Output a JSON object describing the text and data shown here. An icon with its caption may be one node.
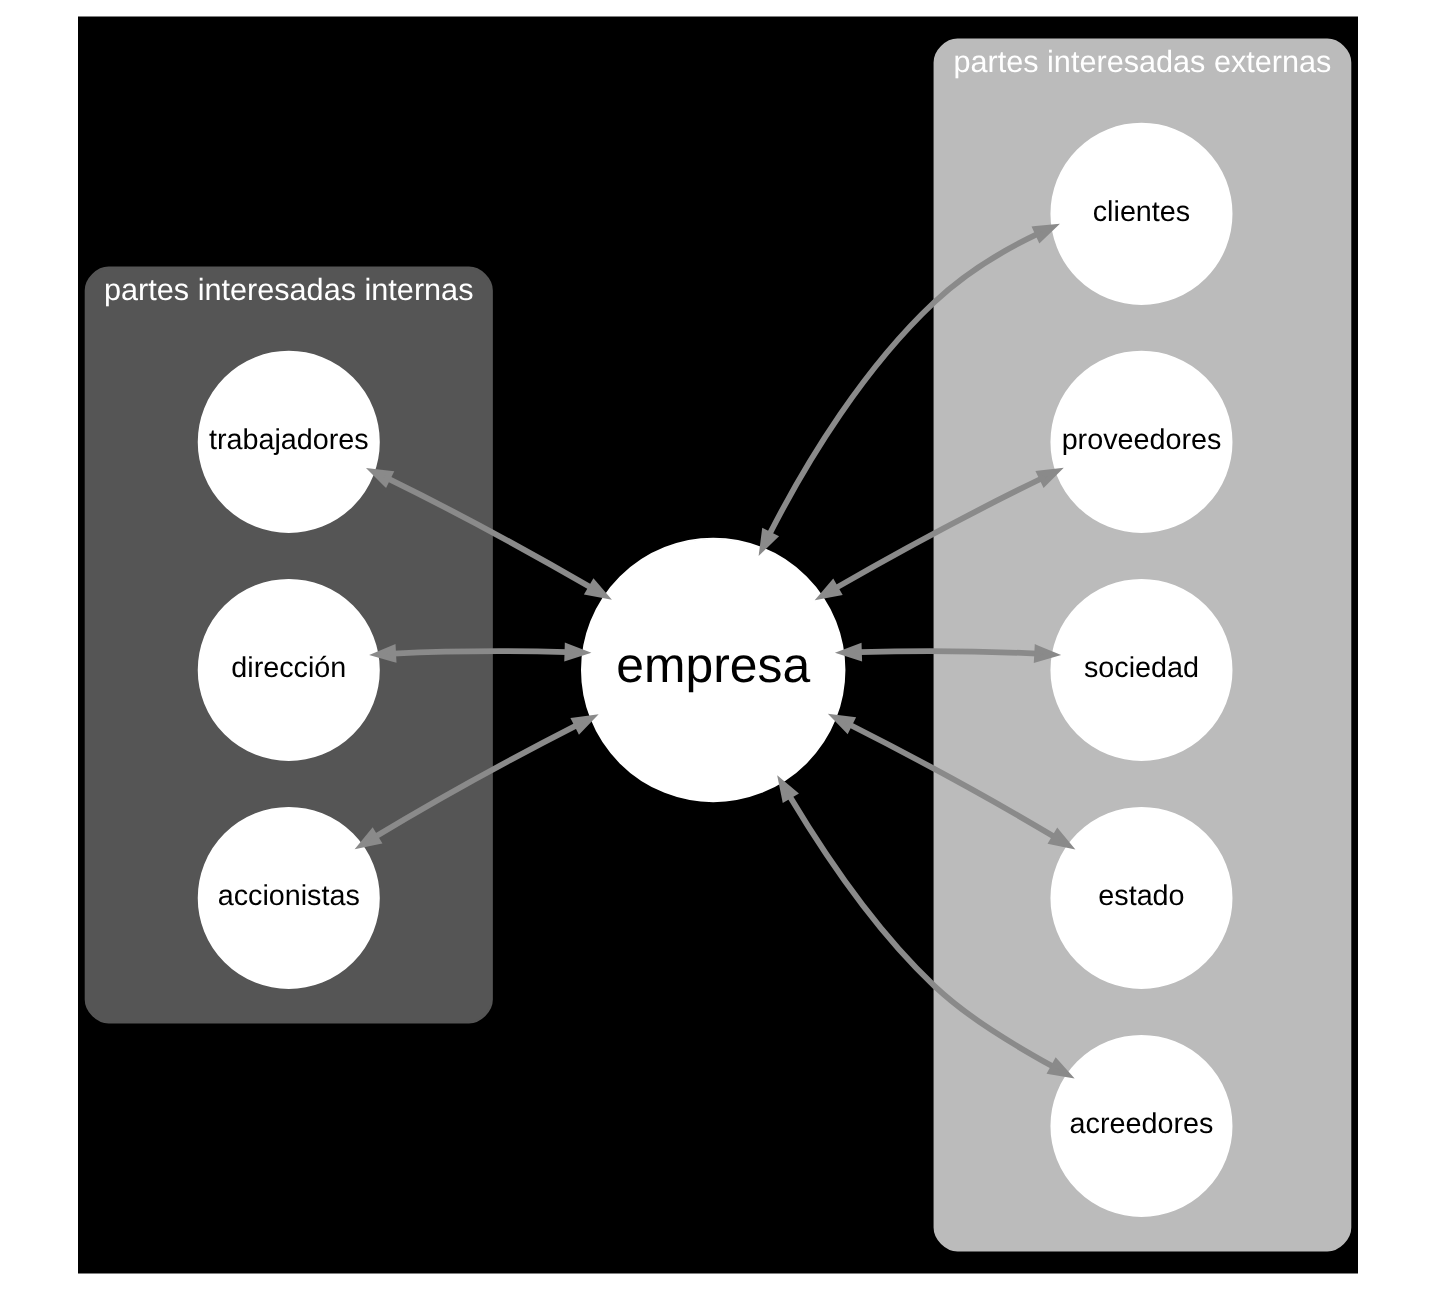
{
  "diagram": {
    "nodes": [
      {
        "text": [
          "partes interesadas internas"
        ]
      },
      {
        "text": [
          "trabajadores"
        ],
        "in": 0
      },
      {
        "text": [
          "dirección"
        ],
        "in": 0
      },
      {
        "text": [
          "accionistas"
        ],
        "in": 0
      },
      {
        "text": [
          "partes interesadas externas"
        ]
      },
      {
        "text": [
          "clientes"
        ],
        "in": 4
      },
      {
        "text": [
          "proveedores"
        ],
        "in": 4
      },
      {
        "text": [
          "sociedad"
        ],
        "in": 4
      },
      {
        "text": [
          "estado"
        ],
        "in": 4
      },
      {
        "text": [
          "acreedores"
        ],
        "in": 4
      },
      {
        "text": [
          "empresa"
        ]
      }
    ],
    "edges": [
      {
        "from": 10,
        "to": 5,
        "arrow": "both"
      },
      {
        "from": 10,
        "to": 6,
        "arrow": "both"
      },
      {
        "from": 10,
        "to": 7,
        "arrow": "both"
      },
      {
        "from": 10,
        "to": 8,
        "arrow": "both"
      },
      {
        "from": 10,
        "to": 9,
        "arrow": "both"
      },
      {
        "from": 10,
        "to": 3,
        "arrow": "both"
      },
      {
        "from": 10,
        "to": 2,
        "arrow": "both"
      },
      {
        "from": 10,
        "to": 1,
        "arrow": "both"
      }
    ]
  }
}
